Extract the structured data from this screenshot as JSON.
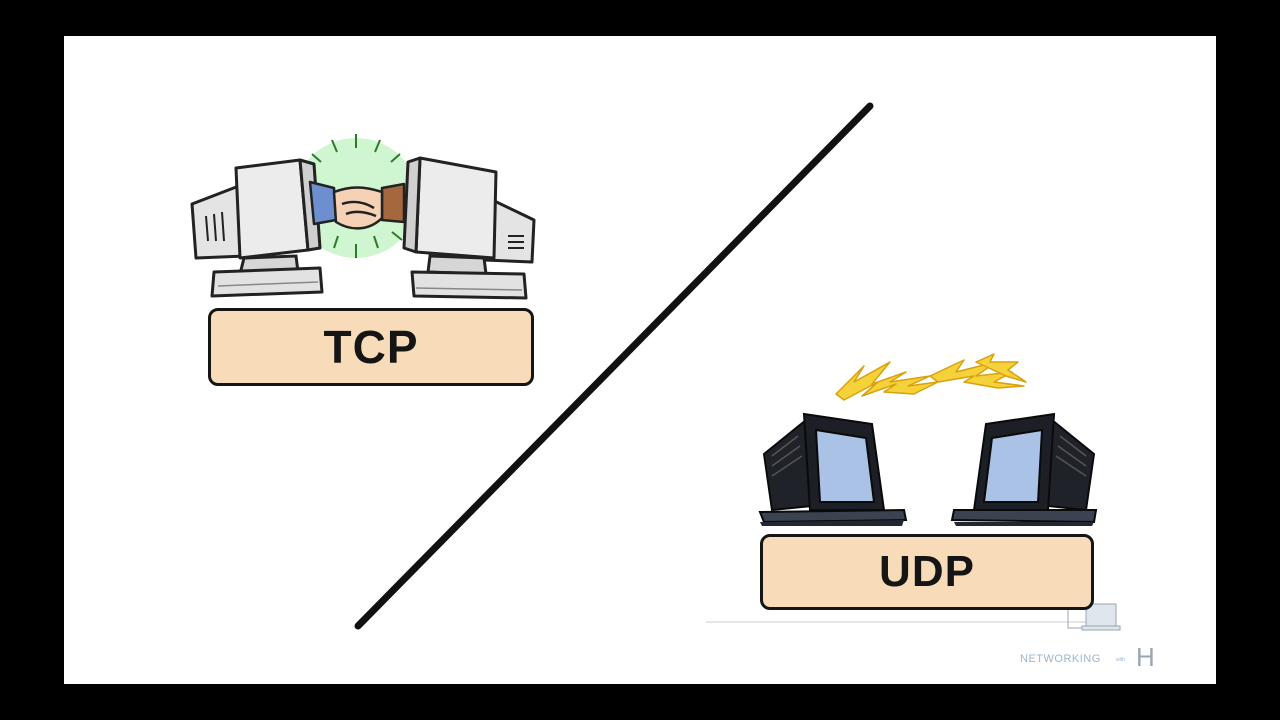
{
  "tcp": {
    "label": "TCP"
  },
  "udp": {
    "label": "UDP"
  },
  "watermark": {
    "brand_text": "NETWORKING",
    "with_text": "with",
    "letter": "H"
  },
  "colors": {
    "label_fill": "#f8dcba",
    "crt_screen": "#aac3e6",
    "handshake_glow": "#b6f2b8",
    "lightning": "#f4d23a",
    "divider": "#111111"
  },
  "icons": [
    "handshake-icon",
    "lightning-icon",
    "computer-icon"
  ]
}
